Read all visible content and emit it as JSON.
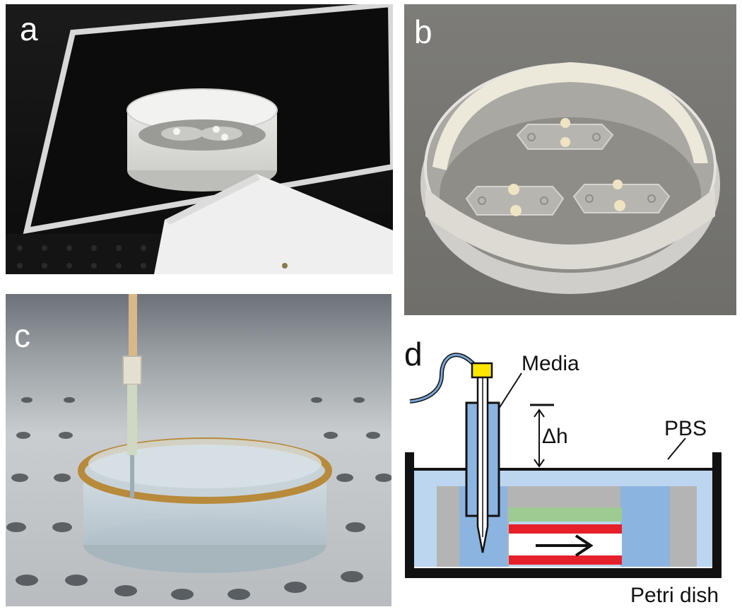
{
  "panels": {
    "a": {
      "label": "a"
    },
    "b": {
      "label": "b"
    },
    "c": {
      "label": "c"
    },
    "d": {
      "label": "d",
      "media_label": "Media",
      "delta_h_label": "Δh",
      "pbs_label": "PBS",
      "petri_label": "Petri dish"
    }
  },
  "colors": {
    "pbs": "#bcd6ef",
    "inner_blue": "#8cb4e0",
    "channel_green": "#9dcb91",
    "channel_red": "#e6202a",
    "chip_gray": "#b4b4b4",
    "connector_yellow": "#ffe600",
    "tube_blue": "#7aa6d6"
  }
}
